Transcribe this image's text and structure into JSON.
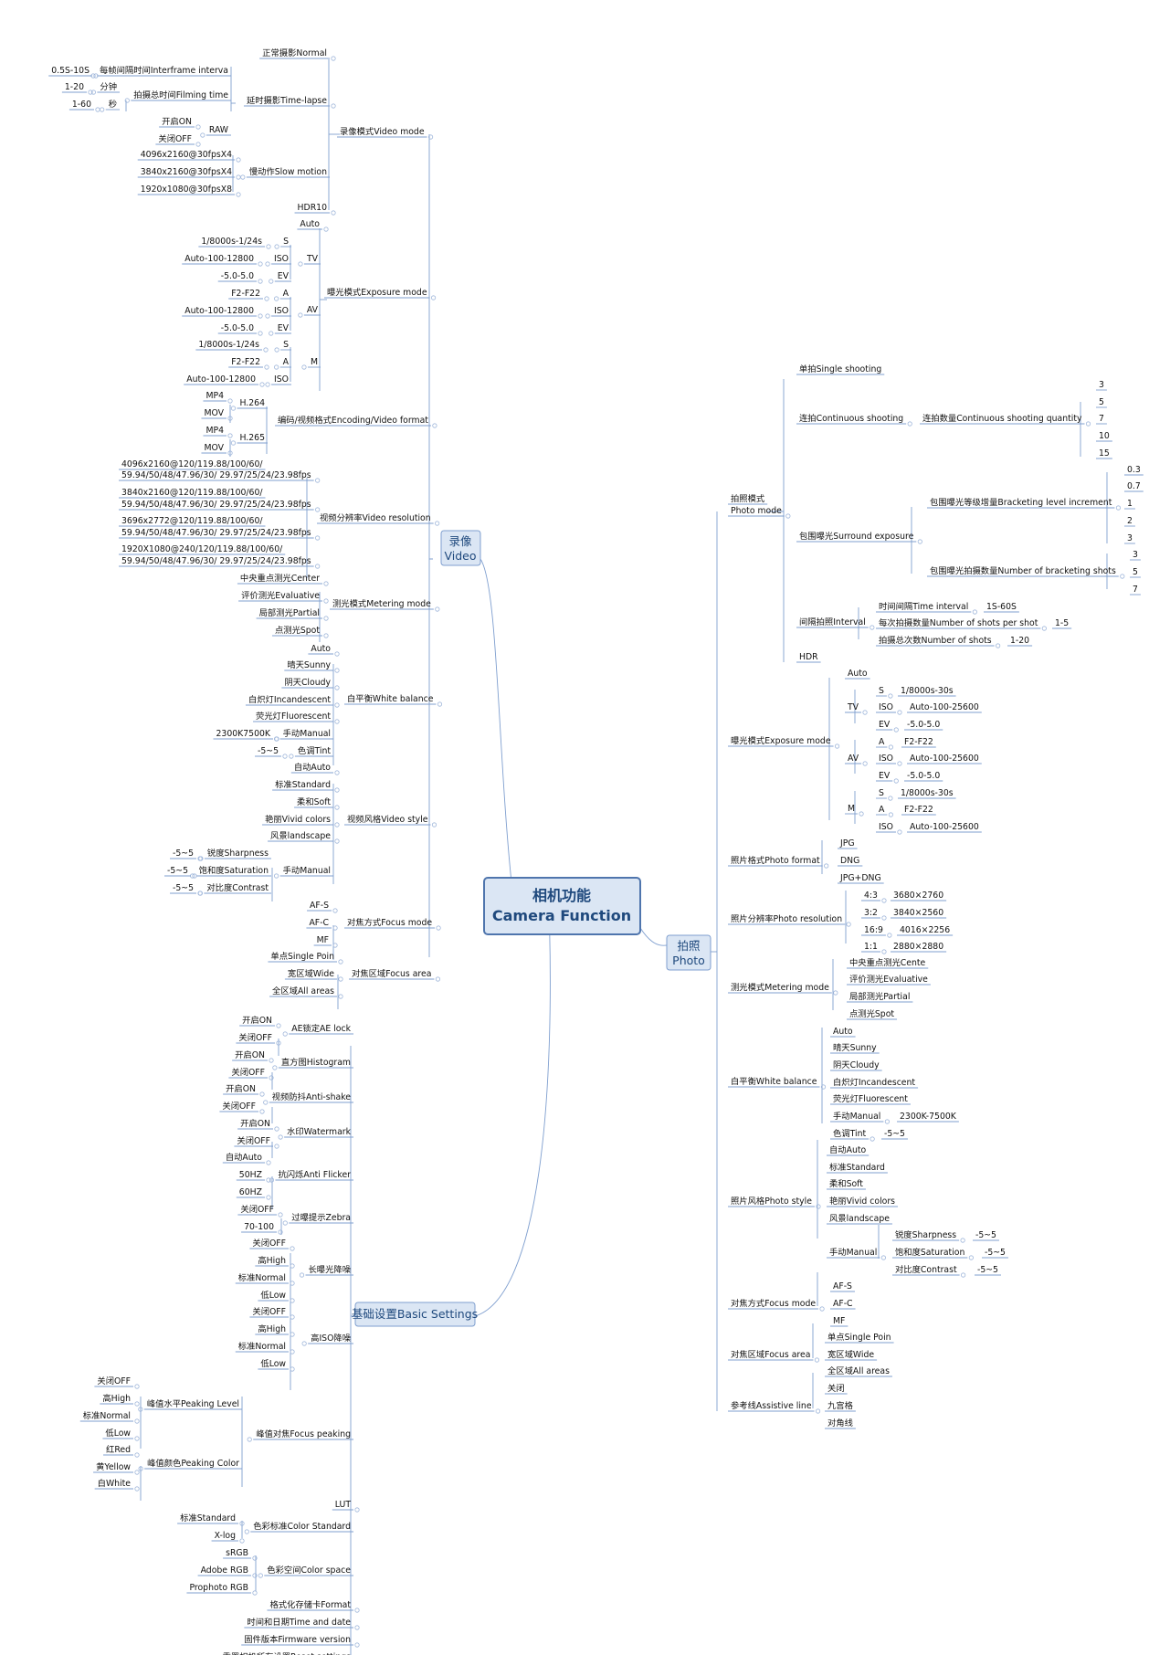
{
  "root": {
    "line1": "相机功能",
    "line2": "Camera Function"
  },
  "branches": {
    "video": {
      "line1": "录像",
      "line2": "Video"
    },
    "photo": {
      "line1": "拍照",
      "line2": "Photo"
    },
    "basic": {
      "label": "基础设置Basic Settings"
    }
  },
  "video": {
    "mode": {
      "title": "录像模式Video mode",
      "normal": "正常摄影Normal",
      "timelapse": "延时摄影Time-lapse",
      "interframe": "每帧间隔时间Interframe interva",
      "interframe_val": "0.5S-10S",
      "filming": "拍摄总时间Filming time",
      "fm_min": "分钟",
      "fm_min_val": "1-20",
      "fm_sec": "秒",
      "fm_sec_val": "1-60",
      "raw": "RAW",
      "raw_on": "开启ON",
      "raw_off": "关闭OFF",
      "slow": "慢动作Slow motion",
      "slow1": "4096x2160@30fpsX4",
      "slow2": "3840x2160@30fpsX4",
      "slow3": "1920x1080@30fpsX8",
      "hdr10": "HDR10"
    },
    "exposure": {
      "title": "曝光模式Exposure mode",
      "auto": "Auto",
      "tv": "TV",
      "tv_s": "S",
      "tv_s_val": "1/8000s-1/24s",
      "tv_iso": "ISO",
      "tv_iso_val": "Auto-100-12800",
      "tv_ev": "EV",
      "tv_ev_val": "-5.0-5.0",
      "av": "AV",
      "av_a": "A",
      "av_a_val": "F2-F22",
      "av_iso": "ISO",
      "av_iso_val": "Auto-100-12800",
      "av_ev": "EV",
      "av_ev_val": "-5.0-5.0",
      "m": "M",
      "m_s": "S",
      "m_s_val": "1/8000s-1/24s",
      "m_a": "A",
      "m_a_val": "F2-F22",
      "m_iso": "ISO",
      "m_iso_val": "Auto-100-12800"
    },
    "format": {
      "title": "编码/视频格式Encoding/Video format",
      "h264": "H.264",
      "h264_mp4": "MP4",
      "h264_mov": "MOV",
      "h265": "H.265",
      "h265_mp4": "MP4",
      "h265_mov": "MOV"
    },
    "resolution": {
      "title": "视频分辨率Video resolution",
      "r1a": "4096x2160@120/119.88/100/60/",
      "r1b": "59.94/50/48/47.96/30/ 29.97/25/24/23.98fps",
      "r2a": "3840x2160@120/119.88/100/60/",
      "r2b": "59.94/50/48/47.96/30/ 29.97/25/24/23.98fps",
      "r3a": "3696x2772@120/119.88/100/60/",
      "r3b": "59.94/50/48/47.96/30/ 29.97/25/24/23.98fps",
      "r4a": "1920X1080@240/120/119.88/100/60/",
      "r4b": "59.94/50/48/47.96/30/ 29.97/25/24/23.98fps"
    },
    "metering": {
      "title": "测光模式Metering mode",
      "center": "中央重点测光Center",
      "evaluative": "评价测光Evaluative",
      "partial": "局部测光Partial",
      "spot": "点测光Spot"
    },
    "wb": {
      "title": "白平衡White balance",
      "auto": "Auto",
      "sunny": "晴天Sunny",
      "cloudy": "阴天Cloudy",
      "incandescent": "白炽灯Incandescent",
      "fluorescent": "荧光灯Fluorescent",
      "manual": "手动Manual",
      "manual_val": "2300K7500K",
      "tint": "色调Tint",
      "tint_val": "-5~5"
    },
    "style": {
      "title": "视频风格Video style",
      "auto": "自动Auto",
      "standard": "标准Standard",
      "soft": "柔和Soft",
      "vivid": "艳丽Vivid colors",
      "landscape": "风景landscape",
      "manual": "手动Manual",
      "sharpness": "锐度Sharpness",
      "sharpness_val": "-5~5",
      "saturation": "饱和度Saturation",
      "saturation_val": "-5~5",
      "contrast": "对比度Contrast",
      "contrast_val": "-5~5"
    },
    "focus": {
      "title": "对焦方式Focus mode",
      "afs": "AF-S",
      "afc": "AF-C",
      "mf": "MF"
    },
    "area": {
      "title": "对焦区域Focus area",
      "single": "单点Single Poin",
      "wide": "宽区域Wide",
      "all": "全区域All areas"
    }
  },
  "basic": {
    "ae": {
      "title": "AE锁定AE lock",
      "on": "开启ON",
      "off": "关闭OFF"
    },
    "hist": {
      "title": "直方图Histogram",
      "on": "开启ON",
      "off": "关闭OFF"
    },
    "shake": {
      "title": "视频防抖Anti-shake",
      "on": "开启ON",
      "off": "关闭OFF"
    },
    "wm": {
      "title": "水印Watermark",
      "on": "开启ON",
      "off": "关闭OFF"
    },
    "flicker": {
      "title": "抗闪烁Anti Flicker",
      "auto": "自动Auto",
      "hz50": "50HZ",
      "hz60": "60HZ"
    },
    "zebra": {
      "title": "过曝提示Zebra",
      "off": "关闭OFF",
      "range": "70-100"
    },
    "ln": {
      "title": "长曝光降噪",
      "off": "关闭OFF",
      "high": "高High",
      "normal": "标准Normal",
      "low": "低Low"
    },
    "hiso": {
      "title": "高ISO降噪",
      "off": "关闭OFF",
      "high": "高High",
      "normal": "标准Normal",
      "low": "低Low"
    },
    "peak": {
      "title": "峰值对焦Focus peaking",
      "level": "峰值水平Peaking Level",
      "l_off": "关闭OFF",
      "l_high": "高High",
      "l_normal": "标准Normal",
      "l_low": "低Low",
      "color": "峰值颜色Peaking Color",
      "red": "红Red",
      "yellow": "黄Yellow",
      "white": "白White"
    },
    "lut": "LUT",
    "cs": {
      "title": "色彩标准Color Standard",
      "standard": "标准Standard",
      "xlog": "X-log"
    },
    "space": {
      "title": "色彩空间Color space",
      "srgb": "sRGB",
      "adobe": "Adobe RGB",
      "prophoto": "Prophoto RGB"
    },
    "format": "格式化存储卡Format",
    "time": "时间和日期Time and date",
    "firmware": "固件版本Firmware version",
    "reset": "重置相机所有设置Reset settings"
  },
  "photo": {
    "mode": {
      "title1": "拍照模式",
      "title2": "Photo mode",
      "single": "单拍Single shooting",
      "cont": "连拍Continuous shooting",
      "cont_qty": "连拍数量Continuous shooting quantity",
      "q": [
        "3",
        "5",
        "7",
        "10",
        "15"
      ],
      "surround": "包围曝光Surround exposure",
      "bracket_inc": "包围曝光等级增量Bracketing level increment",
      "inc": [
        "0.3",
        "0.7",
        "1",
        "2",
        "3"
      ],
      "bracket_num": "包围曝光拍摄数量Number of bracketing shots",
      "num": [
        "3",
        "5",
        "7"
      ],
      "interval": "间隔拍照Interval",
      "time_int": "时间间隔Time interval",
      "time_int_val": "1S-60S",
      "shots": "每次拍摄数量Number of shots per shot",
      "shots_val": "1-5",
      "total": "拍摄总次数Number of shots",
      "total_val": "1-20",
      "hdr": "HDR"
    },
    "exposure": {
      "title": "曝光模式Exposure mode",
      "auto": "Auto",
      "tv": "TV",
      "tv_s": "S",
      "tv_s_val": "1/8000s-30s",
      "tv_iso": "ISO",
      "tv_iso_val": "Auto-100-25600",
      "tv_ev": "EV",
      "tv_ev_val": "-5.0-5.0",
      "av": "AV",
      "av_a": "A",
      "av_a_val": "F2-F22",
      "av_iso": "ISO",
      "av_iso_val": "Auto-100-25600",
      "av_ev": "EV",
      "av_ev_val": "-5.0-5.0",
      "m": "M",
      "m_s": "S",
      "m_s_val": "1/8000s-30s",
      "m_a": "A",
      "m_a_val": "F2-F22",
      "m_iso": "ISO",
      "m_iso_val": "Auto-100-25600"
    },
    "format": {
      "title": "照片格式Photo format",
      "jpg": "JPG",
      "dng": "DNG",
      "jpgdng": "JPG+DNG"
    },
    "resolution": {
      "title": "照片分辨率Photo resolution",
      "r43": "4:3",
      "r43_val": "3680×2760",
      "r32": "3:2",
      "r32_val": "3840×2560",
      "r169": "16:9",
      "r169_val": "4016×2256",
      "r11": "1:1",
      "r11_val": "2880×2880"
    },
    "metering": {
      "title": "测光模式Metering mode",
      "center": "中央重点测光Cente",
      "evaluative": "评价测光Evaluative",
      "partial": "局部测光Partial",
      "spot": "点测光Spot"
    },
    "wb": {
      "title": "白平衡White balance",
      "auto": "Auto",
      "sunny": "晴天Sunny",
      "cloudy": "阴天Cloudy",
      "incandescent": "白炽灯Incandescent",
      "fluorescent": "荧光灯Fluorescent",
      "manual": "手动Manual",
      "manual_val": "2300K-7500K",
      "tint": "色调Tint",
      "tint_val": "-5~5"
    },
    "style": {
      "title": "照片风格Photo style",
      "auto": "自动Auto",
      "standard": "标准Standard",
      "soft": "柔和Soft",
      "vivid": "艳丽Vivid colors",
      "landscape": "风景landscape",
      "manual": "手动Manual",
      "sharpness": "锐度Sharpness",
      "sharpness_val": "-5~5",
      "saturation": "饱和度Saturation",
      "saturation_val": "-5~5",
      "contrast": "对比度Contrast",
      "contrast_val": "-5~5"
    },
    "focus": {
      "title": "对焦方式Focus mode",
      "afs": "AF-S",
      "afc": "AF-C",
      "mf": "MF"
    },
    "area": {
      "title": "对焦区域Focus area",
      "single": "单点Single Poin",
      "wide": "宽区域Wide",
      "all": "全区域All areas"
    },
    "assist": {
      "title": "参考线Assistive line",
      "off": "关闭",
      "nine": "九宫格",
      "diag": "对角线"
    }
  }
}
